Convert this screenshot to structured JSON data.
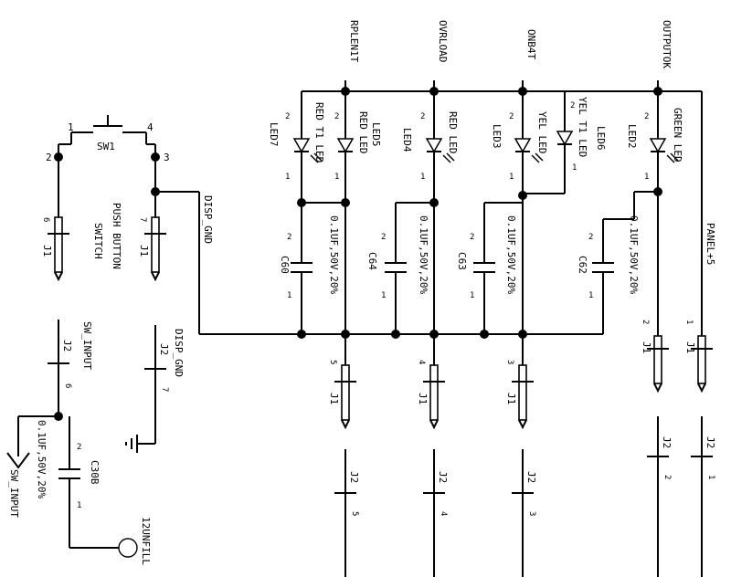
{
  "nets": {
    "led7_net": "RPLEN1T",
    "led4_net": "OVRLOAD",
    "led3_net": "ONB4T",
    "led2_net": "OUTPUTOK",
    "disp_gnd": "DISP_GND",
    "panel": "PANEL+5",
    "sw_input": "SW_INPUT",
    "sw_input_arrow": "SW_INPUT",
    "disp_gnd_j2": "DISP_GND",
    "test_point": "12UNFILL"
  },
  "switch": {
    "ref": "SW1",
    "desc_line1": "PUSH BUTTON",
    "desc_line2": "SWITCH",
    "pin1": "1",
    "pin2": "2",
    "pin3": "3",
    "pin4": "4"
  },
  "leds": [
    {
      "ref": "LED7",
      "desc": "RED T1 LED",
      "pin_top": "2",
      "pin_bottom": "1"
    },
    {
      "ref": "LED5",
      "desc": "RED LED",
      "pin_top": "2",
      "pin_bottom": "1"
    },
    {
      "ref": "LED4",
      "desc": "RED LED",
      "pin_top": "2",
      "pin_bottom": "1"
    },
    {
      "ref": "LED3",
      "desc": "YEL LED",
      "pin_top": "2",
      "pin_bottom": "1"
    },
    {
      "ref": "LED6",
      "desc": "YEL T1 LED",
      "pin_top": "2",
      "pin_bottom": "1"
    },
    {
      "ref": "LED2",
      "desc": "GREEN LED",
      "pin_top": "2",
      "pin_bottom": "1"
    }
  ],
  "capacitors": [
    {
      "ref": "C60",
      "value": "0.1UF,50V,20%",
      "pin_top": "2",
      "pin_bottom": "1"
    },
    {
      "ref": "C64",
      "value": "0.1UF,50V,20%",
      "pin_top": "2",
      "pin_bottom": "1"
    },
    {
      "ref": "C63",
      "value": "0.1UF,50V,20%",
      "pin_top": "2",
      "pin_bottom": "1"
    },
    {
      "ref": "C62",
      "value": "0.1UF,50V,20%",
      "pin_top": "2",
      "pin_bottom": "1"
    },
    {
      "ref": "C30B",
      "value": "0.1UF,50V,20%",
      "pin_top": "2",
      "pin_bottom": "1"
    }
  ],
  "connectors": {
    "j1_6": {
      "ref": "J1",
      "pin": "6"
    },
    "j1_7": {
      "ref": "J1",
      "pin": "7"
    },
    "j1_5": {
      "ref": "J1",
      "pin": "5"
    },
    "j1_4": {
      "ref": "J1",
      "pin": "4"
    },
    "j1_3": {
      "ref": "J1",
      "pin": "3"
    },
    "j1_2": {
      "ref": "J1",
      "pin": "2"
    },
    "j1_1": {
      "ref": "J1",
      "pin": "1"
    },
    "j2_6": {
      "ref": "J2",
      "pin": "6"
    },
    "j2_7": {
      "ref": "J2",
      "pin": "7"
    },
    "j2_5": {
      "ref": "J2",
      "pin": "5"
    },
    "j2_4": {
      "ref": "J2",
      "pin": "4"
    },
    "j2_3": {
      "ref": "J2",
      "pin": "3"
    },
    "j2_2": {
      "ref": "J2",
      "pin": "2"
    },
    "j2_1": {
      "ref": "J2",
      "pin": "1"
    }
  }
}
